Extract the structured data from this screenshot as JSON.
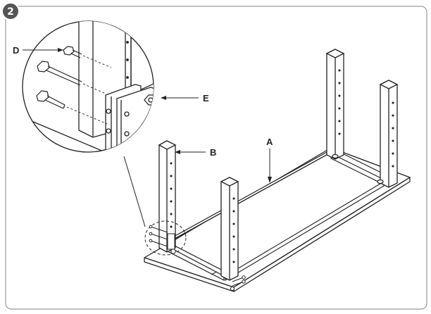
{
  "step": {
    "number": "2"
  },
  "callouts": {
    "a": "A",
    "b": "B",
    "d": "D",
    "e": "E"
  },
  "colors": {
    "line": "#222222",
    "frame": "#9a9a9a",
    "badge": "#555555",
    "fill": "#ffffff",
    "shade": "#dcdcdc"
  }
}
